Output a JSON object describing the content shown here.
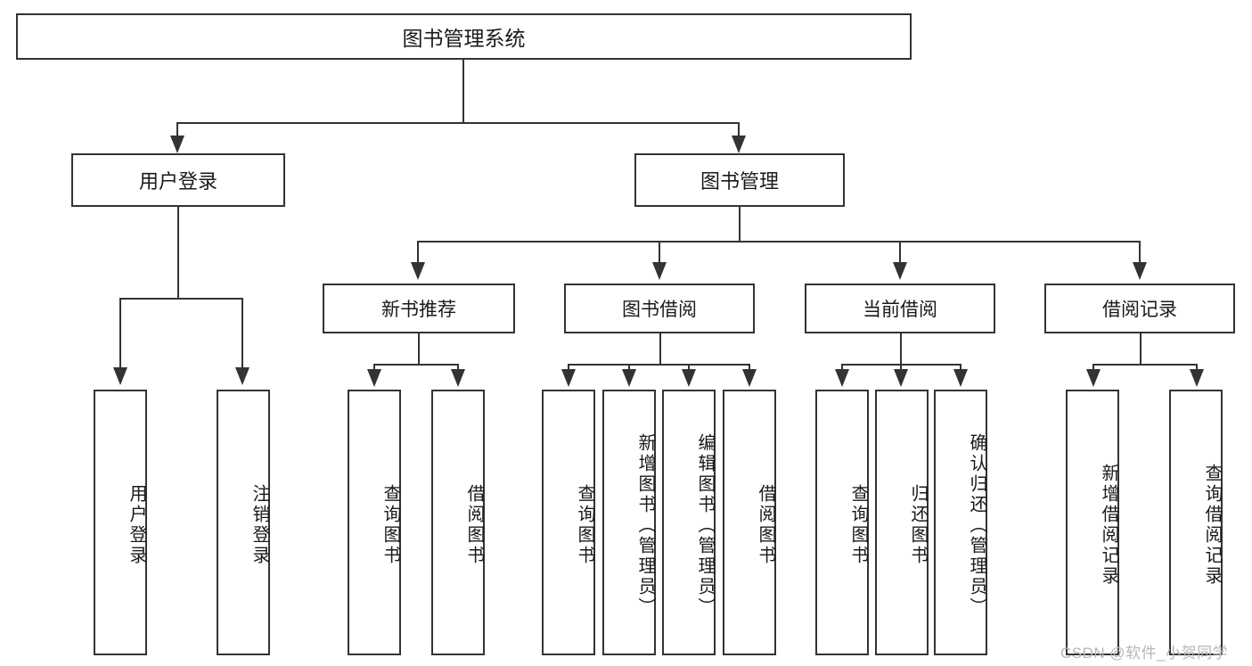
{
  "diagram": {
    "title": "图书管理系统",
    "type": "hierarchy-tree",
    "root": {
      "label": "图书管理系统"
    },
    "level1": [
      {
        "label": "用户登录"
      },
      {
        "label": "图书管理"
      }
    ],
    "level2": [
      {
        "label": "新书推荐"
      },
      {
        "label": "图书借阅"
      },
      {
        "label": "当前借阅"
      },
      {
        "label": "借阅记录"
      }
    ],
    "leaves": {
      "user_login": [
        {
          "label": "用户登录"
        },
        {
          "label": "注销登录"
        }
      ],
      "new_book_recommend": [
        {
          "label": "查询图书"
        },
        {
          "label": "借阅图书"
        }
      ],
      "book_borrow": [
        {
          "label": "查询图书"
        },
        {
          "label": "新增图书（管理员）"
        },
        {
          "label": "编辑图书（管理员）"
        },
        {
          "label": "借阅图书"
        }
      ],
      "current_borrow": [
        {
          "label": "查询图书"
        },
        {
          "label": "归还图书"
        },
        {
          "label": "确认归还（管理员）"
        }
      ],
      "borrow_record": [
        {
          "label": "新增借阅记录"
        },
        {
          "label": "查询借阅记录"
        }
      ]
    }
  },
  "watermark": {
    "text": "CSDN @软件_小贺同学"
  },
  "colors": {
    "border": "#333333",
    "background": "#ffffff",
    "text": "#1a1a1a",
    "watermark": "#b6b6b6"
  }
}
